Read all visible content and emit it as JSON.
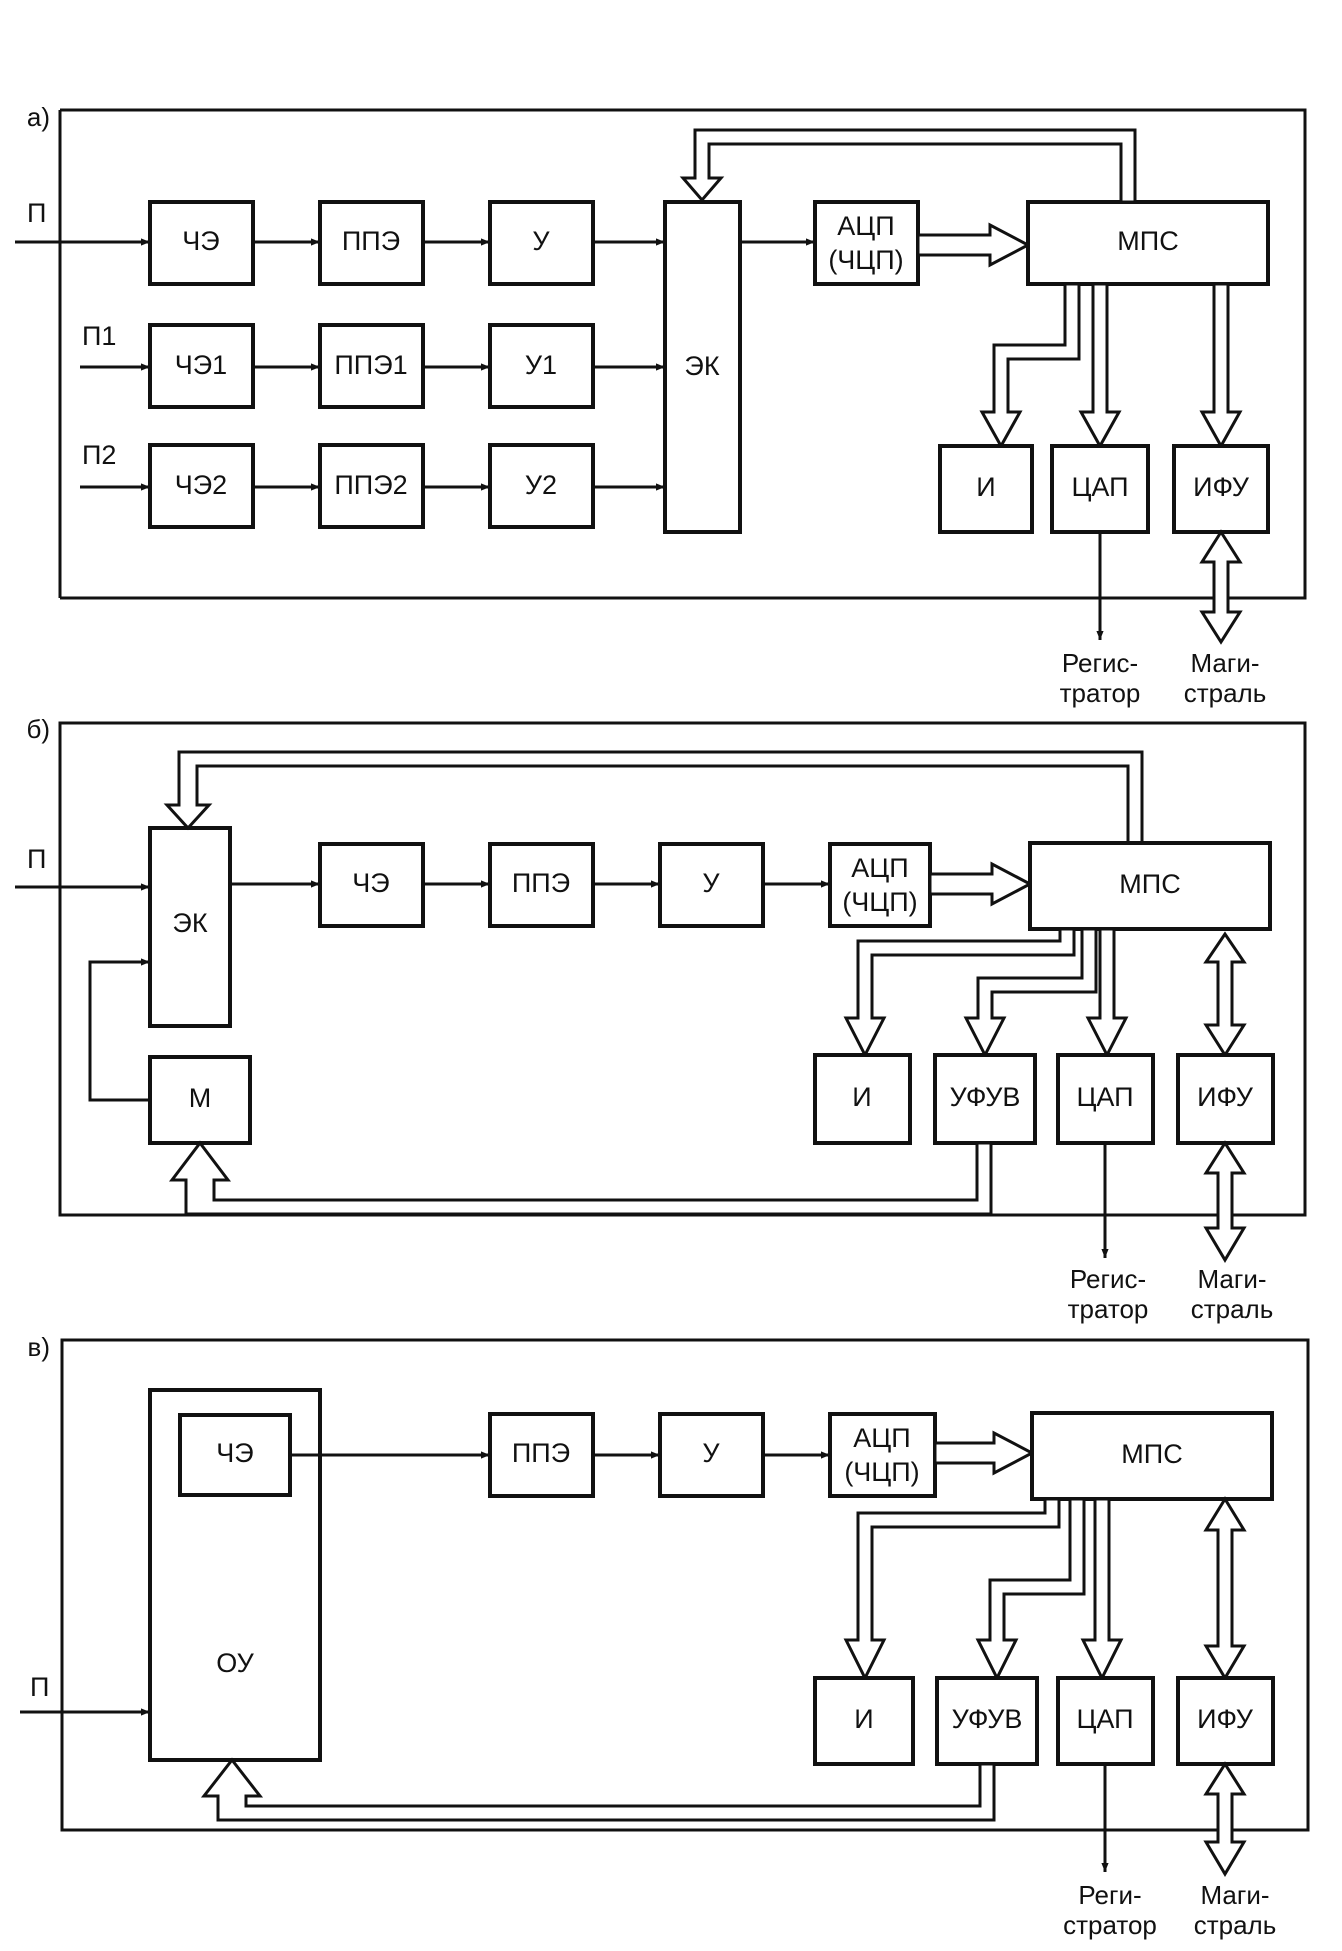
{
  "panels": {
    "a": {
      "tag": "а)",
      "inputs": [
        "П",
        "П1",
        "П2"
      ],
      "row0": [
        "ЧЭ",
        "ППЭ",
        "У"
      ],
      "row1": [
        "ЧЭ1",
        "ППЭ1",
        "У1"
      ],
      "row2": [
        "ЧЭ2",
        "ППЭ2",
        "У2"
      ],
      "ek": "ЭК",
      "adc": [
        "АЦП",
        "(ЧЦП)"
      ],
      "mps": "МПС",
      "outputs": [
        "И",
        "ЦАП",
        "ИФУ"
      ],
      "captions": {
        "registrator": [
          "Регис-",
          "тратор"
        ],
        "magistral": [
          "Маги-",
          "страль"
        ]
      }
    },
    "b": {
      "tag": "б)",
      "input": "П",
      "ek": "ЭК",
      "m": "М",
      "chain": [
        "ЧЭ",
        "ППЭ",
        "У"
      ],
      "adc": [
        "АЦП",
        "(ЧЦП)"
      ],
      "mps": "МПС",
      "outputs": [
        "И",
        "УФУВ",
        "ЦАП",
        "ИФУ"
      ],
      "captions": {
        "registrator": [
          "Регис-",
          "тратор"
        ],
        "magistral": [
          "Маги-",
          "страль"
        ]
      }
    },
    "c": {
      "tag": "в)",
      "input": "П",
      "ou": "ОУ",
      "che": "ЧЭ",
      "chain": [
        "ППЭ",
        "У"
      ],
      "adc": [
        "АЦП",
        "(ЧЦП)"
      ],
      "mps": "МПС",
      "outputs": [
        "И",
        "УФУВ",
        "ЦАП",
        "ИФУ"
      ],
      "captions": {
        "registrator": [
          "Реги-",
          "стратор"
        ],
        "magistral": [
          "Маги-",
          "страль"
        ]
      }
    }
  }
}
